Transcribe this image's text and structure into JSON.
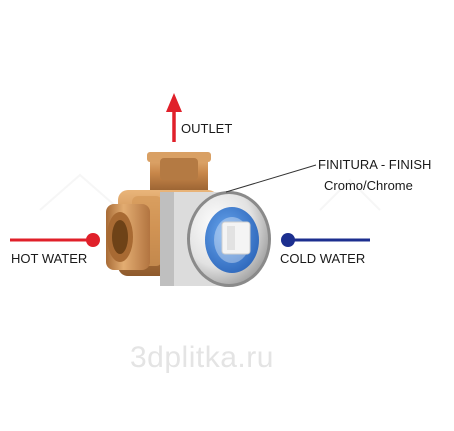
{
  "labels": {
    "outlet": "OUTLET",
    "finish_title": "FINITURA - FINISH",
    "finish_subtitle": "Cromo/Chrome",
    "hot_water": "HOT WATER",
    "cold_water": "COLD WATER"
  },
  "watermark": "3dplitka.ru",
  "colors": {
    "hot": "#e0202a",
    "cold": "#1c2f8f",
    "brass": "#c48a4c",
    "chrome": "#e6e6e6",
    "cartridge": "#3b7dd0"
  }
}
